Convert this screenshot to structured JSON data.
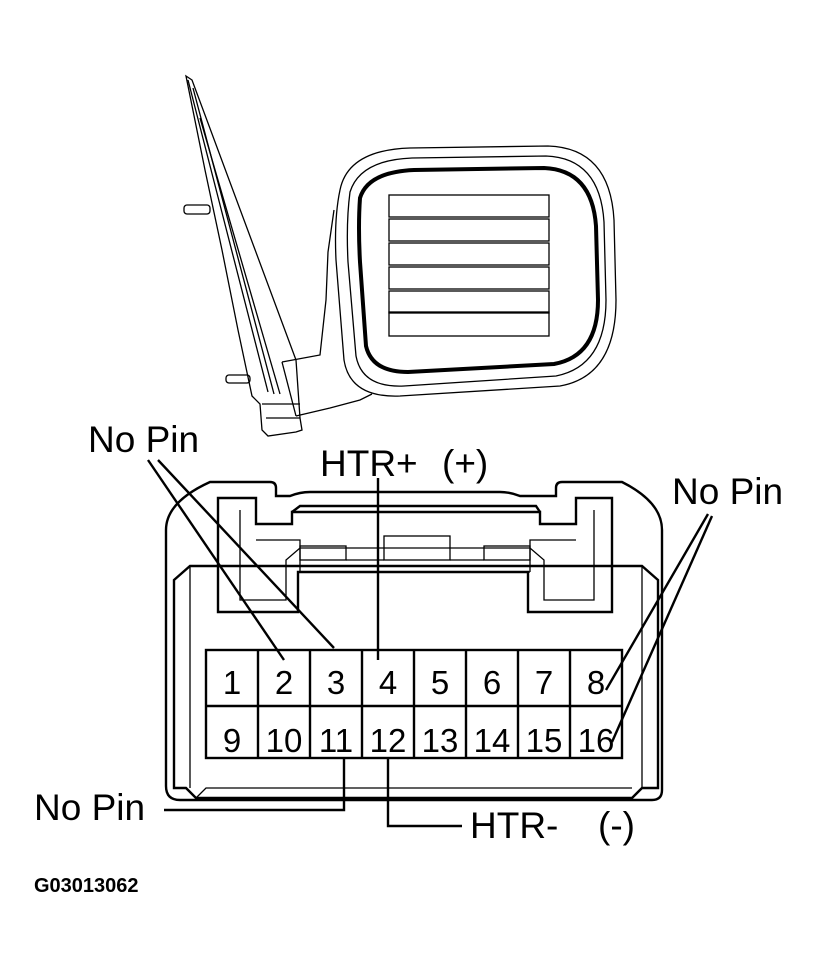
{
  "labels": {
    "no_pin_top_left": "No Pin",
    "htr_plus": "HTR+",
    "htr_plus_polarity": "(+)",
    "no_pin_top_right": "No Pin",
    "no_pin_bottom_left": "No Pin",
    "htr_minus": "HTR-",
    "htr_minus_polarity": "(-)",
    "figure_code": "G03013062"
  },
  "pins": {
    "top_row": [
      "1",
      "2",
      "3",
      "4",
      "5",
      "6",
      "7",
      "8"
    ],
    "bottom_row": [
      "9",
      "10",
      "11",
      "12",
      "13",
      "14",
      "15",
      "16"
    ]
  }
}
